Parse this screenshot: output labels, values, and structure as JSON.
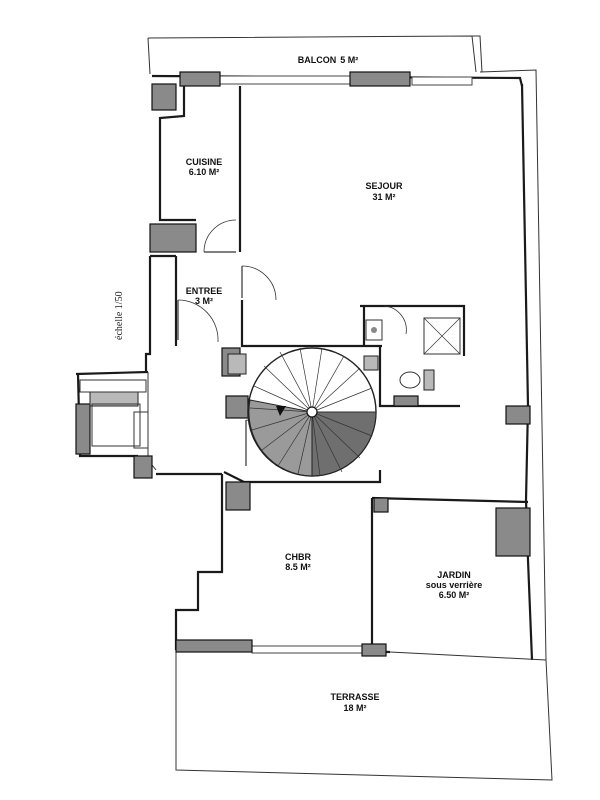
{
  "rooms": {
    "balcon": {
      "name": "BALCON",
      "area": "5 M²"
    },
    "cuisine": {
      "name": "CUISINE",
      "area": "6.10 M²"
    },
    "sejour": {
      "name": "SEJOUR",
      "area": "31 M²"
    },
    "entree": {
      "name": "ENTREE",
      "area": "3 M²"
    },
    "chbr": {
      "name": "CHBR",
      "area": "8.5 M²"
    },
    "jardin": {
      "name": "JARDIN",
      "subtitle": "sous verrière",
      "area": "6.50 M²"
    },
    "terrasse": {
      "name": "TERRASSE",
      "area": "18 M²"
    }
  },
  "scale": {
    "text": "échelle 1/50"
  },
  "colors": {
    "wall": "#1a1a1a",
    "fill_dark": "#8a8a8a",
    "fill_light": "#b9b9b9",
    "paper": "#ffffff"
  }
}
